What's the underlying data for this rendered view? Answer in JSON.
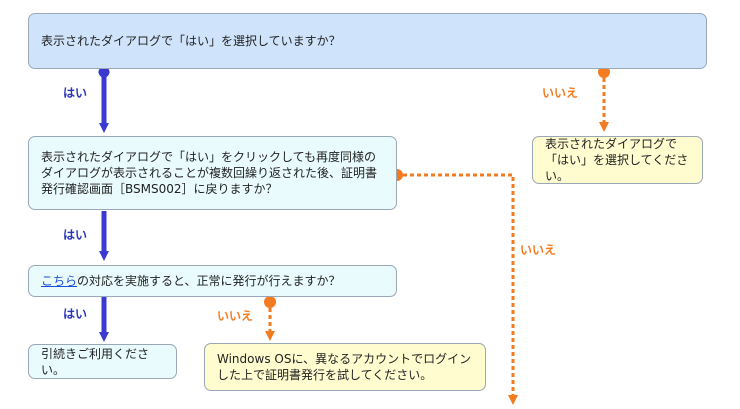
{
  "q1": {
    "text": "表示されたダイアログで「はい」を選択していますか？"
  },
  "q2": {
    "text": "表示されたダイアログで「はい」をクリックしても再度同様のダイアログが表示されることが複数回繰り返された後、証明書発行確認画面［BSMS002］に戻りますか？"
  },
  "q3": {
    "link": "こちら",
    "text": "の対応を実施すると、正常に発行が行えますか？"
  },
  "a_select_yes": {
    "text": "表示されたダイアログで「はい」を選択してください。"
  },
  "a_other_os": {
    "text": "Windows OSに、異なるアカウントでログインした上で証明書発行を試してください。"
  },
  "a_contact": {
    "text": "引続きご利用ください。"
  },
  "labels": {
    "yes": "はい",
    "no": "いいえ"
  },
  "colors": {
    "yes": "#3a3ad0",
    "no": "#f47b20"
  }
}
